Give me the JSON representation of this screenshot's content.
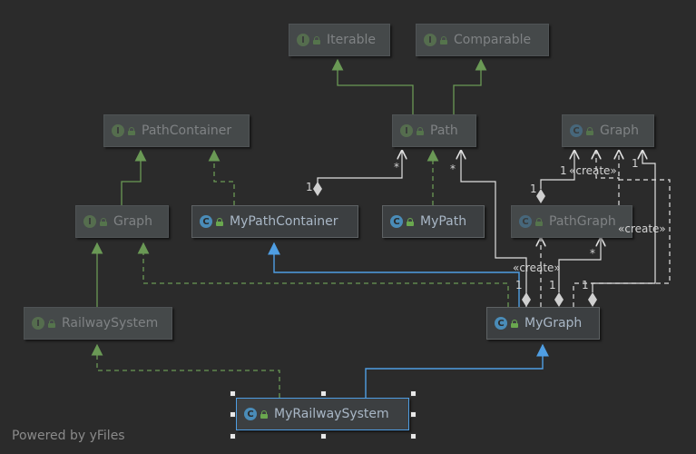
{
  "colors": {
    "background": "#2b2b2b",
    "interface_badge": "#6a9955",
    "class_badge": "#4a8cb8",
    "inheritance_arrow": "#6a9955",
    "extends_arrow": "#4f9ee3",
    "association_line": "#e0e0e0",
    "selection": "#4f9ee3"
  },
  "nodes": [
    {
      "id": "iterable",
      "label": "Iterable",
      "kind": "interface",
      "badge": "I",
      "dim": true
    },
    {
      "id": "comparable",
      "label": "Comparable",
      "kind": "interface",
      "badge": "I",
      "dim": true
    },
    {
      "id": "pathcontainer",
      "label": "PathContainer",
      "kind": "interface",
      "badge": "I",
      "dim": true
    },
    {
      "id": "path",
      "label": "Path",
      "kind": "interface",
      "badge": "I",
      "dim": true
    },
    {
      "id": "graph_class",
      "label": "Graph",
      "kind": "class",
      "badge": "C",
      "dim": true
    },
    {
      "id": "graph_iface",
      "label": "Graph",
      "kind": "interface",
      "badge": "I",
      "dim": true
    },
    {
      "id": "mypathcontainer",
      "label": "MyPathContainer",
      "kind": "class",
      "badge": "C",
      "dim": false
    },
    {
      "id": "mypath",
      "label": "MyPath",
      "kind": "class",
      "badge": "C",
      "dim": false
    },
    {
      "id": "pathgraph",
      "label": "PathGraph",
      "kind": "class",
      "badge": "C",
      "dim": true
    },
    {
      "id": "railwaysystem",
      "label": "RailwaySystem",
      "kind": "interface",
      "badge": "I",
      "dim": true
    },
    {
      "id": "mygraph",
      "label": "MyGraph",
      "kind": "class",
      "badge": "C",
      "dim": false
    },
    {
      "id": "myrailwaysystem",
      "label": "MyRailwaySystem",
      "kind": "class",
      "badge": "C",
      "dim": false,
      "selected": true
    }
  ],
  "edge_labels": {
    "create1": "«create»",
    "create2": "«create»",
    "create3": "«create»",
    "mult_star_path_mpc": "*",
    "mult_one_mpc": "1",
    "mult_star_path_mygraph": "*",
    "mult_one_graph_create": "1",
    "mult_one_pathgraph": "1",
    "mult_star_pathgraph_mygraph": "*",
    "mult_one_graph_right": "1",
    "mult_one_mg_a": "1",
    "mult_one_mg_b": "1",
    "mult_one_mg_c": "1"
  },
  "footer": "Powered by yFiles"
}
